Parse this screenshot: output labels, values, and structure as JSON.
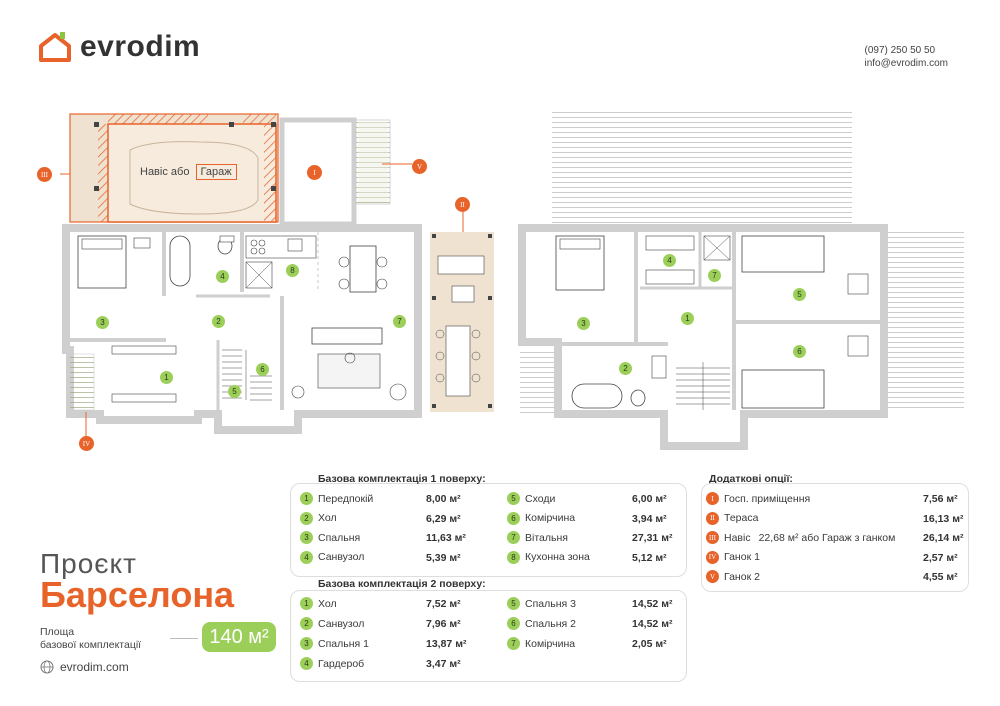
{
  "brand": {
    "name": "evrodim",
    "color": "#e8632a",
    "accent_green": "#9ccf59"
  },
  "contacts": {
    "phone": "(097) 250 50 50",
    "email": "info@evrodim.com"
  },
  "plan": {
    "garage_label_prefix": "Навіс або",
    "garage_label_box": "Гараж",
    "markers": {
      "I": "I",
      "II": "II",
      "III": "III",
      "IV": "IV",
      "V": "V"
    }
  },
  "project": {
    "word": "Проєкт",
    "name": "Барселона",
    "area_label_1": "Площа",
    "area_label_2": "базової комплектації",
    "area_value": "140 м²",
    "website": "evrodim.com"
  },
  "floor1": {
    "title": "Базова комплектація 1 поверху:",
    "rooms": [
      {
        "n": "1",
        "name": "Передпокій",
        "area": "8,00 м²"
      },
      {
        "n": "2",
        "name": "Хол",
        "area": "6,29 м²"
      },
      {
        "n": "3",
        "name": "Спальня",
        "area": "11,63 м²"
      },
      {
        "n": "4",
        "name": "Санвузол",
        "area": "5,39 м²"
      },
      {
        "n": "5",
        "name": "Сходи",
        "area": "6,00 м²"
      },
      {
        "n": "6",
        "name": "Комірчина",
        "area": "3,94 м²"
      },
      {
        "n": "7",
        "name": "Вітальня",
        "area": "27,31 м²"
      },
      {
        "n": "8",
        "name": "Кухонна зона",
        "area": "5,12 м²"
      }
    ]
  },
  "floor2": {
    "title": "Базова комплектація 2 поверху:",
    "rooms": [
      {
        "n": "1",
        "name": "Хол",
        "area": "7,52 м²"
      },
      {
        "n": "2",
        "name": "Санвузол",
        "area": "7,96 м²"
      },
      {
        "n": "3",
        "name": "Спальня 1",
        "area": "13,87 м²"
      },
      {
        "n": "4",
        "name": "Гардероб",
        "area": "3,47 м²"
      },
      {
        "n": "5",
        "name": "Спальня 3",
        "area": "14,52 м²"
      },
      {
        "n": "6",
        "name": "Спальня 2",
        "area": "14,52 м²"
      },
      {
        "n": "7",
        "name": "Комірчина",
        "area": "2,05 м²"
      }
    ]
  },
  "options": {
    "title": "Додаткові опції:",
    "items": [
      {
        "n": "I",
        "name": "Госп. приміщення",
        "area": "7,56 м²"
      },
      {
        "n": "II",
        "name": "Тераса",
        "area": "16,13 м²"
      },
      {
        "n": "III",
        "name": "Навіс",
        "mid": "22,68 м² або Гараж з ганком",
        "area": "26,14 м²"
      },
      {
        "n": "IV",
        "name": "Ганок 1",
        "area": "2,57 м²"
      },
      {
        "n": "V",
        "name": "Ганок 2",
        "area": "4,55 м²"
      }
    ]
  }
}
